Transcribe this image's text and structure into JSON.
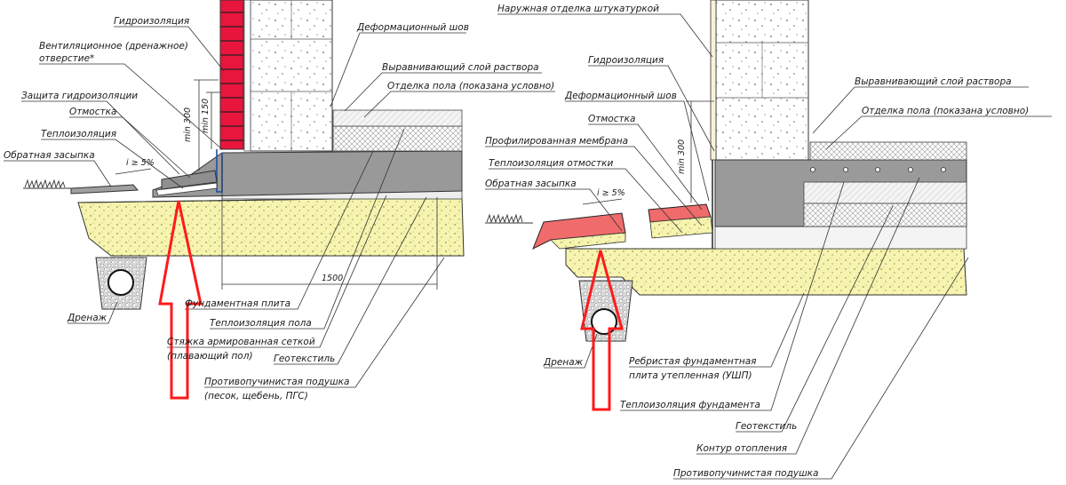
{
  "left": {
    "labels": {
      "hydro": "Гидроизоляция",
      "vent1": "Вентиляционное (дренажное)",
      "vent2": "отверстие*",
      "protect": "Защита гидроизоляции",
      "otmostka": "Отмостка",
      "insul": "Теплоизоляция",
      "backfill": "Обратная засыпка",
      "joint": "Деформационный шов",
      "level": "Выравнивающий слой раствора",
      "floor": "Отделка пола (показана условно)",
      "slab": "Фундаментная плита",
      "floor_ins": "Теплоизоляция пола",
      "screed1": "Стяжка армированная сеткой",
      "screed2": "(плавающий пол)",
      "geo": "Геотекстиль",
      "cushion1": "Противопучинистая подушка",
      "cushion2": "(песок, щебень, ПГС)",
      "drain": "Дренаж"
    },
    "dims": {
      "min300": "min 300",
      "min150": "min 150",
      "slope": "i ≥ 5%",
      "width": "1500"
    }
  },
  "right": {
    "labels": {
      "plaster": "Наружная отделка штукатуркой",
      "hydro": "Гидроизоляция",
      "level": "Выравнивающий слой раствора",
      "floor": "Отделка пола (показана условно)",
      "joint": "Деформационный шов",
      "otmostka": "Отмостка",
      "membrane": "Профилированная мембрана",
      "otm_ins": "Теплоизоляция отмостки",
      "backfill": "Обратная засыпка",
      "drain": "Дренаж",
      "ushp1": "Ребристая фундаментная",
      "ushp2": "плита утепленная (УШП)",
      "found_ins": "Теплоизоляция фундамента",
      "geo": "Геотекстиль",
      "heating": "Контур отопления",
      "cushion": "Противопучинистая подушка"
    },
    "dims": {
      "min300": "min 300",
      "slope": "i ≥ 5%"
    }
  },
  "colors": {
    "brick": "#e8153c",
    "sand": "#f6f4ae",
    "concrete": "#999999",
    "arrow": "#ff1a1a",
    "otmostka_red": "#f06b6b"
  }
}
